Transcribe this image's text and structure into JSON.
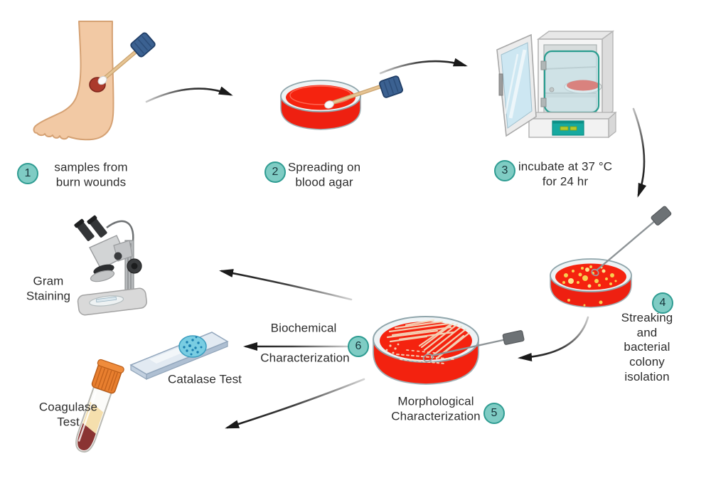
{
  "colors": {
    "accent-teal": "#7fccc4",
    "accent-teal-border": "#2f9c92",
    "agar-red": "#f5230f",
    "arrow-black": "#1a1a1a",
    "text": "#2d2d2d"
  },
  "steps": [
    {
      "num": "1",
      "label": "samples from\nburn wounds"
    },
    {
      "num": "2",
      "label": "Spreading on\nblood agar"
    },
    {
      "num": "3",
      "label": "incubate at 37 °C\nfor 24 hr"
    },
    {
      "num": "4",
      "label": "Streaking and\nbacterial colony\nisolation"
    },
    {
      "num": "5",
      "label": "Morphological\nCharacterization"
    },
    {
      "num": "6",
      "line1": "Biochemical",
      "line2": "Characterization"
    }
  ],
  "tests": {
    "gram_staining": "Gram\nStaining",
    "catalase": "Catalase Test",
    "coagulase": "Coagulase\nTest"
  }
}
